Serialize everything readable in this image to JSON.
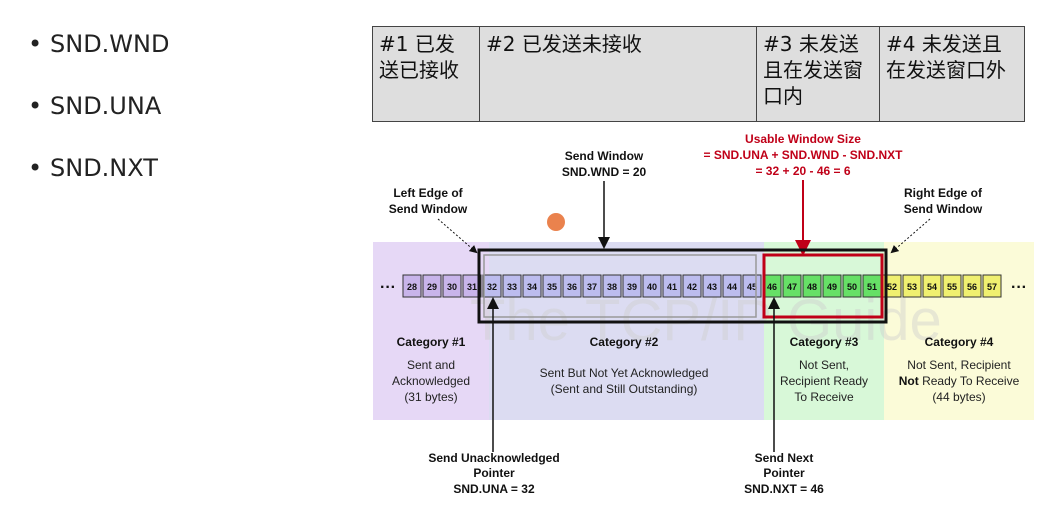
{
  "bullets": [
    "SND.WND",
    "SND.UNA",
    "SND.NXT"
  ],
  "header_table": [
    "#1 已发送已接收",
    "#2 已发送未接收",
    "#3 未发送且在发送窗口内",
    "#4 未发送且在发送窗口外"
  ],
  "diagram": {
    "usable_window": {
      "line1": "Usable Window Size",
      "line2": "= SND.UNA + SND.WND - SND.NXT",
      "line3": "= 32 + 20 - 46 = 6"
    },
    "send_window": {
      "line1": "Send Window",
      "line2": "SND.WND = 20"
    },
    "left_edge": {
      "line1": "Left Edge of",
      "line2": "Send Window"
    },
    "right_edge": {
      "line1": "Right Edge of",
      "line2": "Send Window"
    },
    "ellipsis": "···",
    "bytes": [
      28,
      29,
      30,
      31,
      32,
      33,
      34,
      35,
      36,
      37,
      38,
      39,
      40,
      41,
      42,
      43,
      44,
      45,
      46,
      47,
      48,
      49,
      50,
      51,
      52,
      53,
      54,
      55,
      56,
      57
    ],
    "categories": [
      {
        "title": "Category #1",
        "lines": [
          "Sent and",
          "Acknowledged",
          "(31 bytes)"
        ],
        "bg": "#e6d8f6",
        "box": "#c8b4ea"
      },
      {
        "title": "Category #2",
        "lines": [
          "Sent But Not Yet Acknowledged",
          "(Sent and Still Outstanding)"
        ],
        "bg": "#dcdcf2",
        "box": "#bcbcee"
      },
      {
        "title": "Category #3",
        "lines": [
          "Not Sent,",
          "Recipient Ready",
          "To Receive"
        ],
        "bg": "#d8f8d8",
        "box": "#66e066"
      },
      {
        "title": "Category #4",
        "lines": [
          "Not Sent, Recipient",
          "Not Ready To Receive",
          "(44 bytes)"
        ],
        "bold_prefix": "Not",
        "bg": "#fbfbd8",
        "box": "#f0f070"
      }
    ],
    "una_pointer": {
      "line1": "Send Unacknowledged",
      "line2": "Pointer",
      "line3": "SND.UNA = 32"
    },
    "nxt_pointer": {
      "line1": "Send Next",
      "line2": "Pointer",
      "line3": "SND.NXT = 46"
    },
    "colors": {
      "red": "#c00018",
      "dark": "#111111",
      "orange_dot": "#e8743a"
    }
  }
}
